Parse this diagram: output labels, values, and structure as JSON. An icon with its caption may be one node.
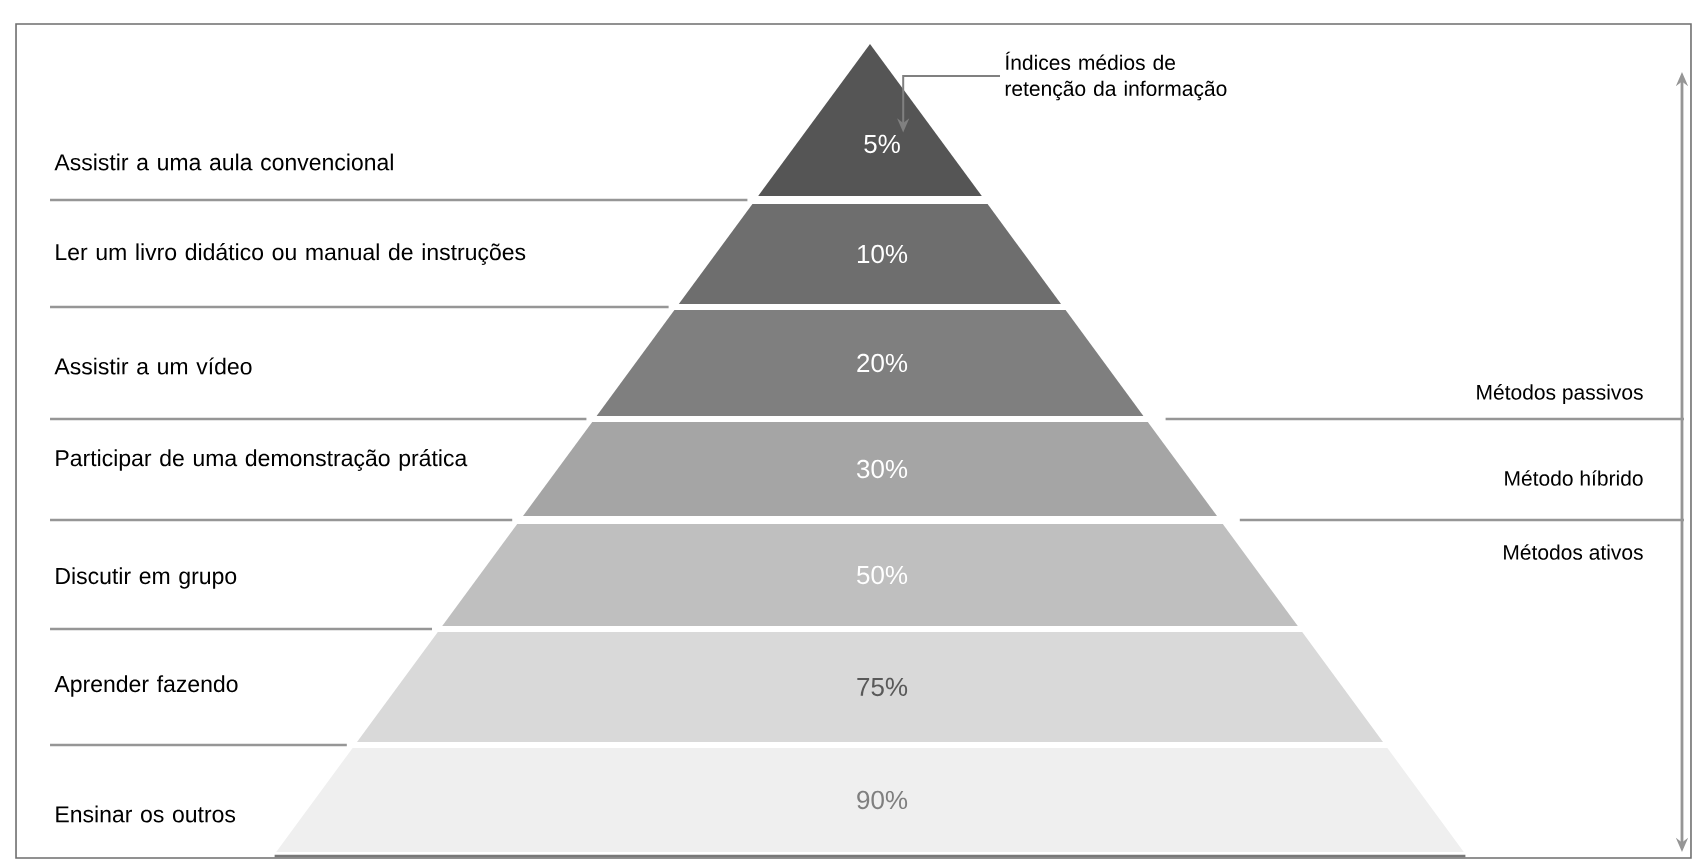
{
  "diagram": {
    "nodes": [
      {
        "text": [
          "5%"
        ]
      },
      {
        "text": [
          "10%"
        ]
      },
      {
        "text": [
          "20%"
        ]
      },
      {
        "text": [
          "30%"
        ]
      },
      {
        "text": [
          "50%"
        ]
      },
      {
        "text": [
          "75%"
        ]
      },
      {
        "text": [
          "90%"
        ]
      },
      {
        "text": [
          "Índices médios de retenção da informação"
        ]
      }
    ],
    "edges": [
      {
        "from": 7,
        "to": 0,
        "arrow": "to"
      }
    ],
    "labels": [
      "Assistir a uma aula convencional",
      "Ler um livro didático ou manual de instruções",
      "Assistir a um vídeo",
      "Participar de uma demonstração prática",
      "Discutir em grupo",
      "Aprender fazendo",
      "Ensinar os outros",
      "Métodos passivos",
      "Método híbrido",
      "Métodos ativos"
    ]
  }
}
